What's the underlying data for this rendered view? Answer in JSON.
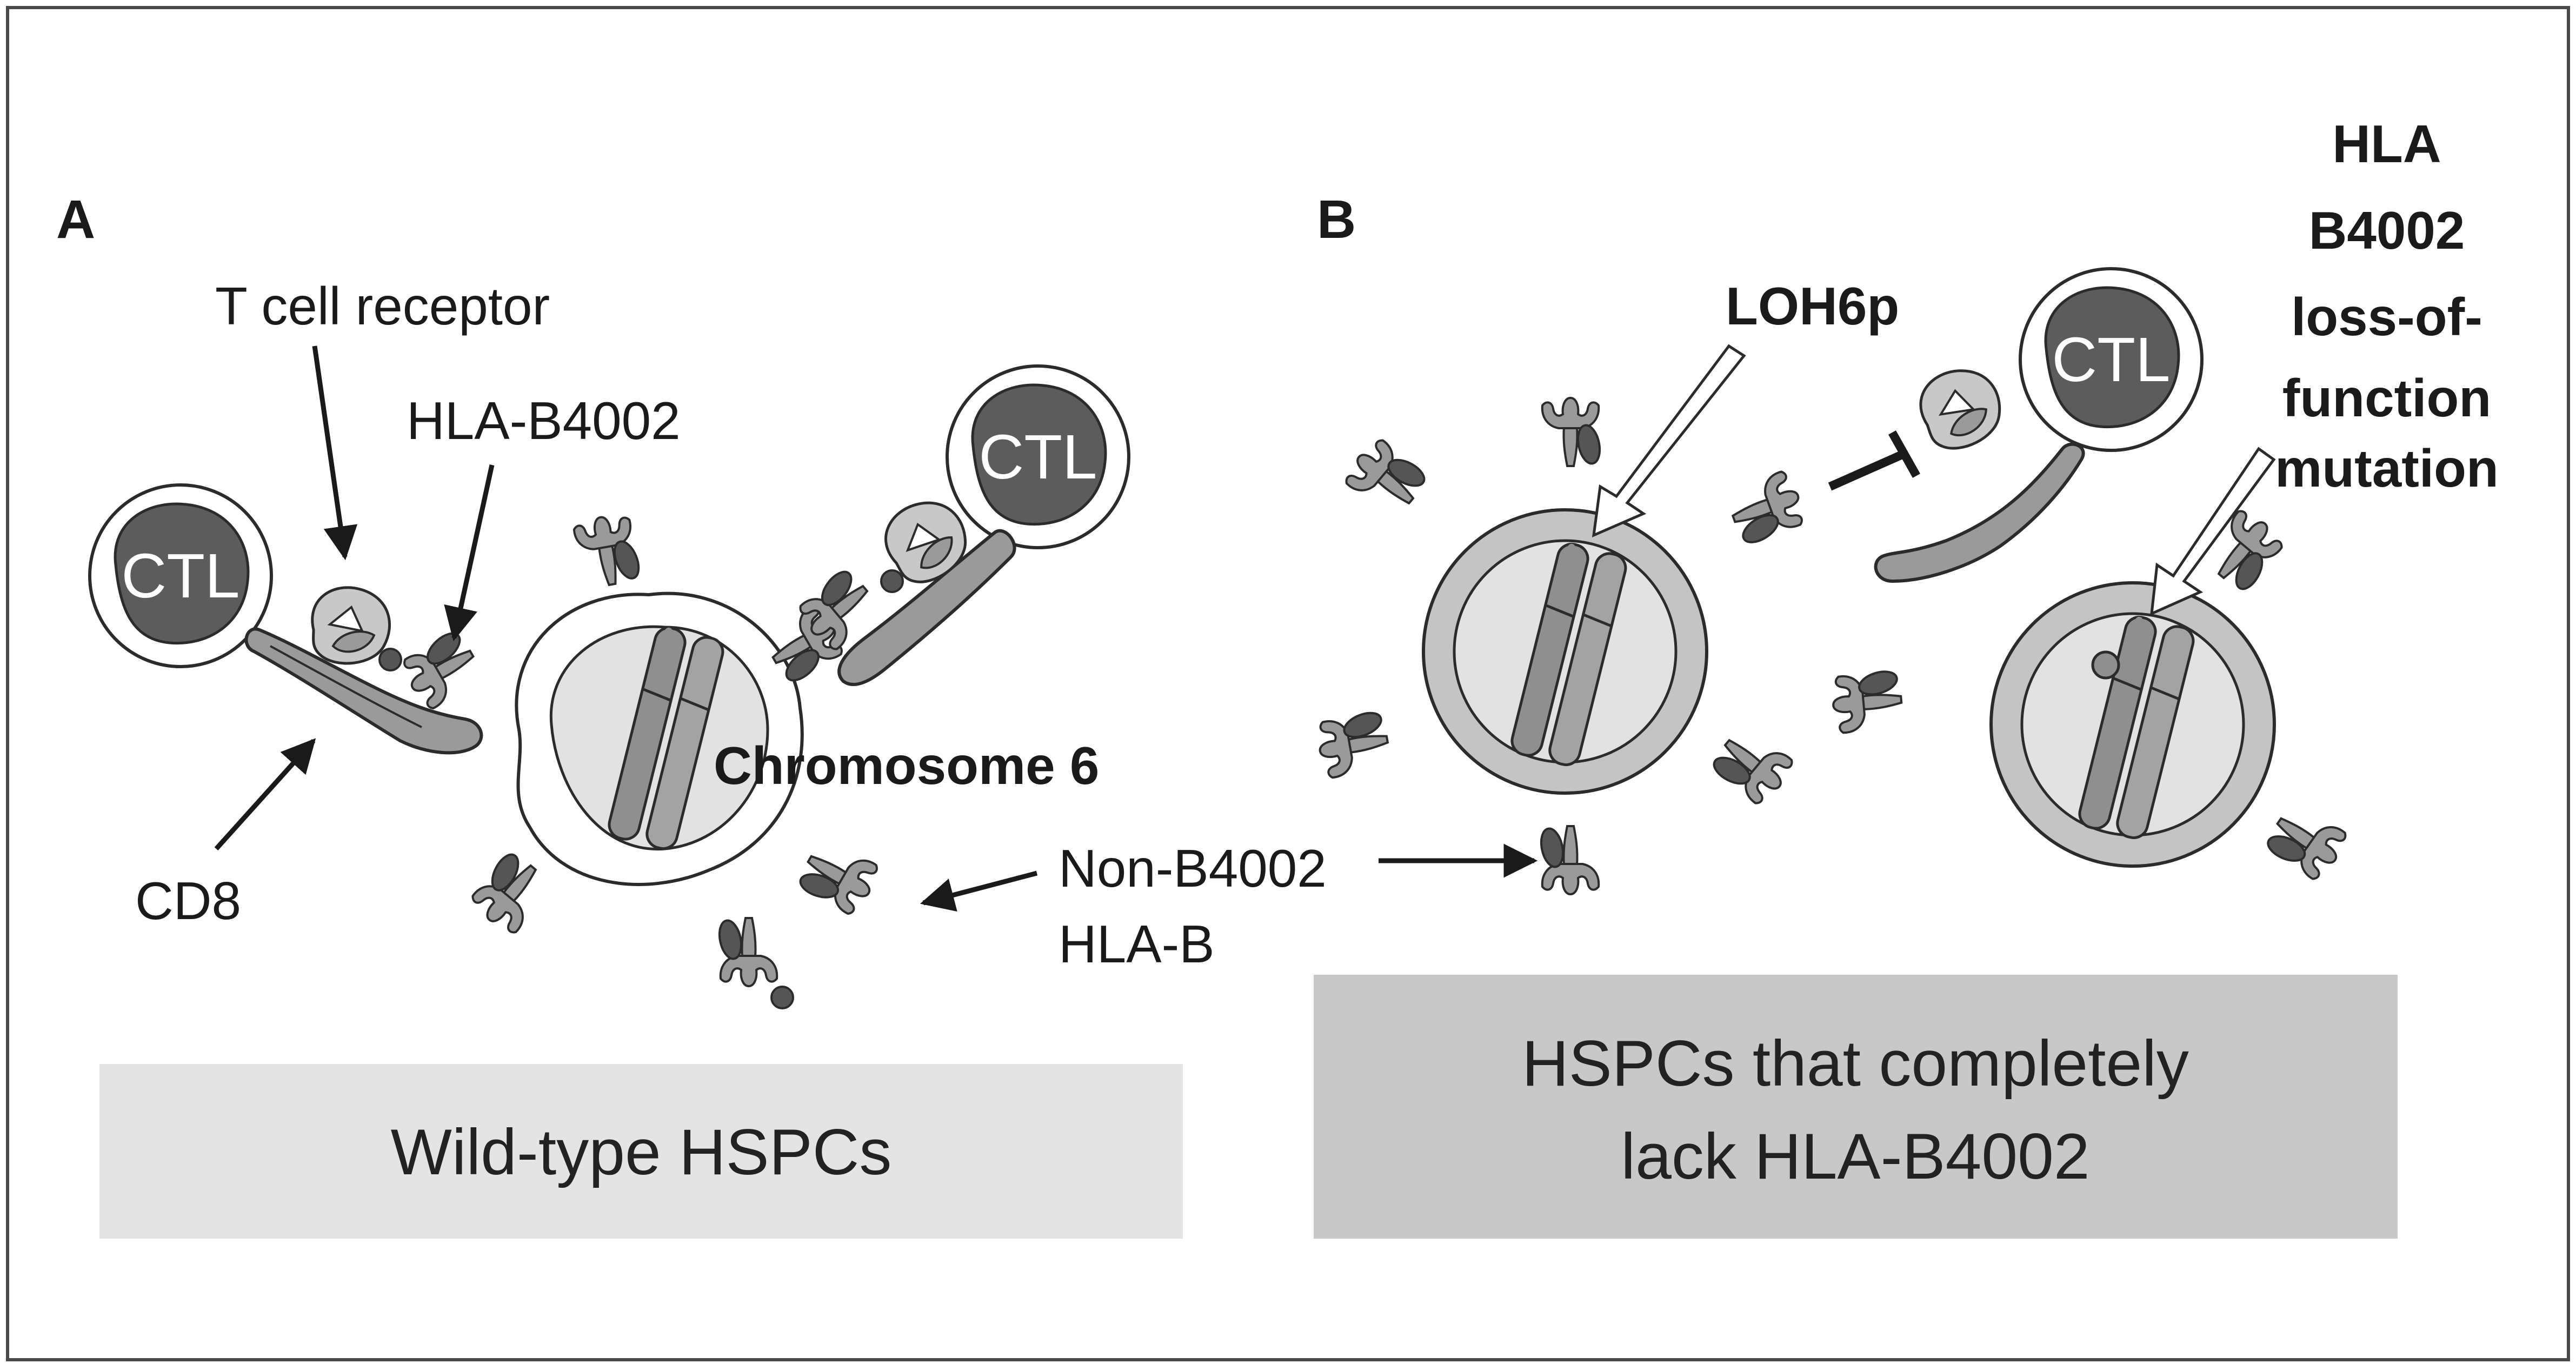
{
  "panels": {
    "a": {
      "letter": "A",
      "caption": "Wild-type HSPCs"
    },
    "b": {
      "letter": "B",
      "caption_line1": "HSPCs that completely",
      "caption_line2": "lack HLA-B4002"
    }
  },
  "labels": {
    "ctl": "CTL",
    "t_cell_receptor": "T cell receptor",
    "hla_b4002": "HLA-B4002",
    "cd8": "CD8",
    "chromosome_6": "Chromosome 6",
    "non_b4002_line1": "Non-B4002",
    "non_b4002_line2": "HLA-B",
    "loh6p": "LOH6p",
    "mutation_line1": "HLA",
    "mutation_line2": "B4002",
    "mutation_line3": "loss-of-",
    "mutation_line4": "function",
    "mutation_line5": "mutation"
  },
  "colors": {
    "frame": "#4a4a4a",
    "ctl_nucleus": "#5c5c5c",
    "cell_ring_b": "#c4c4c4",
    "nucleus_fill": "#e2e2e2",
    "chromosome": "#8f8f8f",
    "receptor_light": "#c8c8c8",
    "receptor_mid": "#9a9a9a",
    "receptor_dark": "#555555",
    "caption_box_a": "#e4e4e4",
    "caption_box_b": "#c8c8c8"
  }
}
